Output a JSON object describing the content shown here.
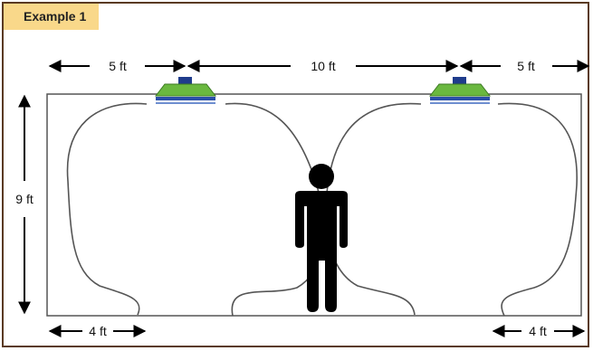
{
  "title": "Example 1",
  "dimensions": {
    "top_left": "5 ft",
    "top_middle": "10 ft",
    "top_right": "5 ft",
    "height": "9 ft",
    "bottom_left": "4 ft",
    "bottom_right": "4 ft"
  },
  "colors": {
    "title_bg": "#f9d88a",
    "frame": "#5a3a22",
    "speaker_body": "#6ab83f",
    "speaker_cap": "#1f3c8c",
    "speaker_grille": "#2b4fa8",
    "person": "#000000",
    "room_border": "#555555"
  },
  "icons": {
    "speaker": "ceiling-speaker-icon",
    "person": "person-icon"
  }
}
